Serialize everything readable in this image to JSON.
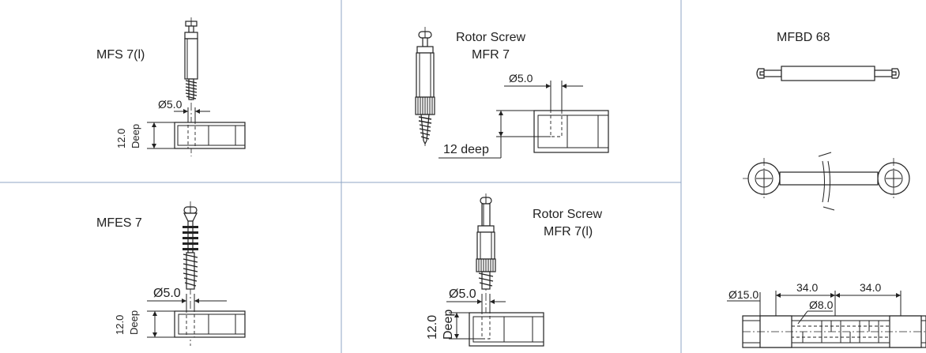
{
  "panels": {
    "mfs7": {
      "title": "MFS 7(l)",
      "diameter": "Ø5.0",
      "depth_value": "12.0",
      "depth_word": "Deep"
    },
    "mfr7": {
      "title_line1": "Rotor Screw",
      "title_line2": "MFR 7",
      "diameter": "Ø5.0",
      "depth": "12 deep"
    },
    "mfes7": {
      "title": "MFES 7",
      "diameter": "Ø5.0",
      "depth_value": "12.0",
      "depth_word": "Deep"
    },
    "mfr7l": {
      "title_line1": "Rotor Screw",
      "title_line2": "MFR 7(l)",
      "diameter": "Ø5.0",
      "depth_value": "12.0",
      "depth_word": "Deep"
    },
    "mfbd68": {
      "title": "MFBD 68",
      "dim_hole": "Ø15.0",
      "dim_left": "34.0",
      "dim_right": "34.0",
      "dim_bore": "Ø8.0"
    }
  },
  "colors": {
    "divider": "#8fa6c4",
    "line": "#222222",
    "background": "#ffffff"
  }
}
